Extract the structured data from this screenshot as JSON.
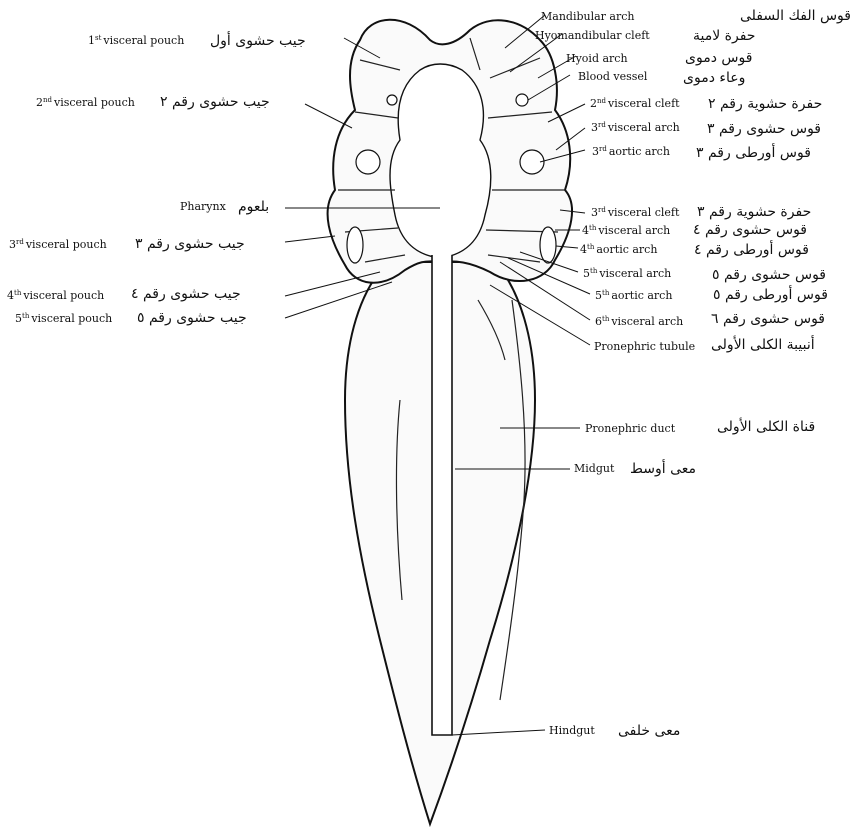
{
  "labels": [
    {
      "id": "mandibular-arch",
      "en": "Mandibular arch",
      "ar": "قوس الفك السفلى"
    },
    {
      "id": "hyomandibular-cleft",
      "en": "Hyomandibular cleft",
      "ar": "حفرة لامية"
    },
    {
      "id": "hyoid-arch",
      "en": "Hyoid arch",
      "ar": "قوس دموى"
    },
    {
      "id": "blood-vessel",
      "en": "Blood vessel",
      "ar": "وعاء دموى"
    },
    {
      "id": "visceral-cleft-2",
      "en_num": "2",
      "en_sup": "nd",
      "en": "visceral cleft",
      "ar": "حفرة حشوية رقم ٢"
    },
    {
      "id": "visceral-arch-3",
      "en_num": "3",
      "en_sup": "rd",
      "en": "visceral arch",
      "ar": "قوس حشوى رقم ٣"
    },
    {
      "id": "aortic-arch-3",
      "en_num": "3",
      "en_sup": "rd",
      "en": "aortic arch",
      "ar": "قوس أورطى رقم ٣"
    },
    {
      "id": "visceral-cleft-3",
      "en_num": "3",
      "en_sup": "rd",
      "en": "visceral cleft",
      "ar": "حفرة حشوية رقم ٣"
    },
    {
      "id": "visceral-arch-4",
      "en_num": "4",
      "en_sup": "th",
      "en": "visceral arch",
      "ar": "قوس حشوى رقم ٤"
    },
    {
      "id": "aortic-arch-4",
      "en_num": "4",
      "en_sup": "th",
      "en": "aortic arch",
      "ar": "قوس أورطى رقم ٤"
    },
    {
      "id": "visceral-arch-5",
      "en_num": "5",
      "en_sup": "th",
      "en": "visceral arch",
      "ar": "قوس حشوى رقم ٥"
    },
    {
      "id": "aortic-arch-5",
      "en_num": "5",
      "en_sup": "th",
      "en": "aortic arch",
      "ar": "قوس أورطى رقم ٥"
    },
    {
      "id": "visceral-arch-6",
      "en_num": "6",
      "en_sup": "th",
      "en": "visceral arch",
      "ar": "قوس حشوى رقم ٦"
    },
    {
      "id": "pronephric-tubule",
      "en": "Pronephric tubule",
      "ar": "أنبيبة الكلى الأولى"
    },
    {
      "id": "pronephric-duct",
      "en": "Pronephric duct",
      "ar": "قناة الكلى الأولى"
    },
    {
      "id": "midgut",
      "en": "Midgut",
      "ar": "معى أوسط"
    },
    {
      "id": "hindgut",
      "en": "Hindgut",
      "ar": "معى خلفى"
    },
    {
      "id": "visceral-pouch-1",
      "en_num": "1",
      "en_sup": "st",
      "en": "visceral pouch",
      "ar": "جيب حشوى أول"
    },
    {
      "id": "visceral-pouch-2",
      "en_num": "2",
      "en_sup": "nd",
      "en": "visceral pouch",
      "ar": "جيب حشوى رقم ٢"
    },
    {
      "id": "pharynx",
      "en": "Pharynx",
      "ar": "بلعوم"
    },
    {
      "id": "visceral-pouch-3",
      "en_num": "3",
      "en_sup": "rd",
      "en": "visceral pouch",
      "ar": "جيب حشوى رقم ٣"
    },
    {
      "id": "visceral-pouch-4",
      "en_num": "4",
      "en_sup": "th",
      "en": "visceral pouch",
      "ar": "جيب حشوى رقم ٤"
    },
    {
      "id": "visceral-pouch-5",
      "en_num": "5",
      "en_sup": "th",
      "en": "visceral pouch",
      "ar": "جيب حشوى رقم ٥"
    }
  ]
}
